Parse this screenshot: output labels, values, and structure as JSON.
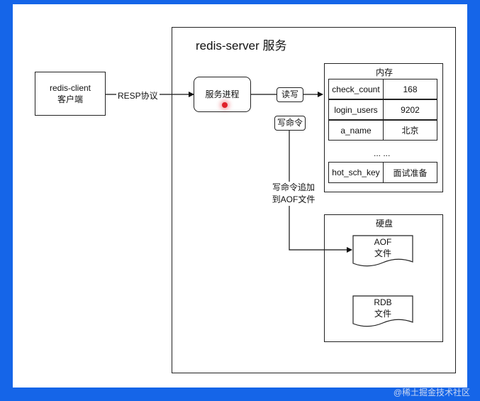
{
  "diagram": {
    "client": {
      "line1": "redis-client",
      "line2": "客户端"
    },
    "protocol_label": "RESP协议",
    "server_title": "redis-server 服务",
    "service_process": "服务进程",
    "read_write": "读写",
    "write_command": "写命令",
    "append_note": {
      "line1": "写命令追加",
      "line2": "到AOF文件"
    },
    "memory": {
      "title": "内存",
      "rows": [
        {
          "key": "check_count",
          "value": "168"
        },
        {
          "key": "login_users",
          "value": "9202"
        },
        {
          "key": "a_name",
          "value": "北京"
        }
      ],
      "ellipsis": "... ...",
      "last_row": {
        "key": "hot_sch_key",
        "value": "面试准备"
      }
    },
    "disk": {
      "title": "硬盘",
      "aof": {
        "line1": "AOF",
        "line2": "文件"
      },
      "rdb": {
        "line1": "RDB",
        "line2": "文件"
      }
    }
  },
  "watermark": "@稀土掘金技术社区"
}
